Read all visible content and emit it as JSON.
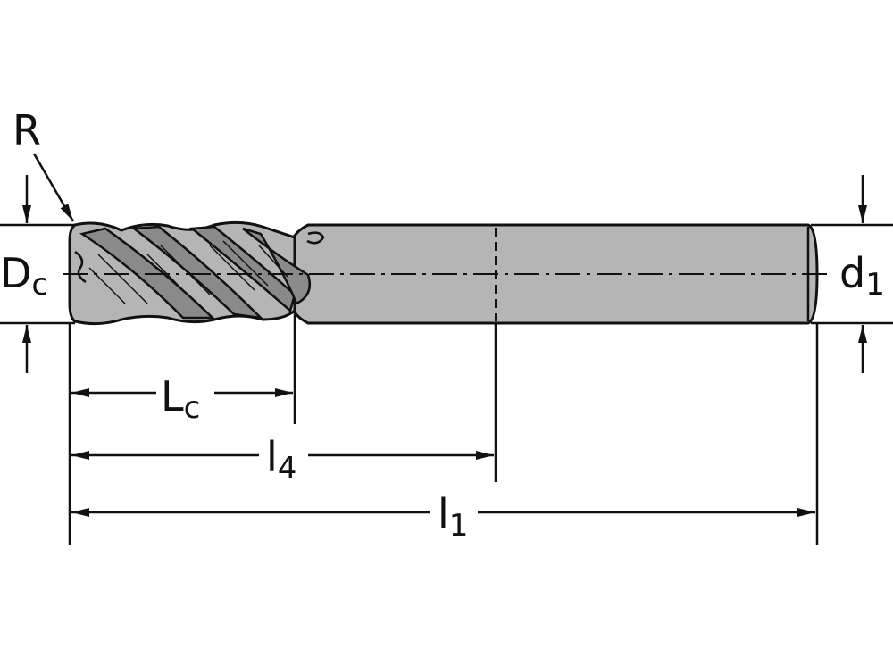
{
  "labels": {
    "radius": "R",
    "cutting_diameter": {
      "main": "D",
      "sub": "c"
    },
    "shank_diameter": {
      "main": "d",
      "sub": "1"
    },
    "cutting_length": {
      "main": "L",
      "sub": "c"
    },
    "neck_length": {
      "main": "l",
      "sub": "4"
    },
    "overall_length": {
      "main": "l",
      "sub": "1"
    }
  },
  "colors": {
    "line": "#111111",
    "body_fill": "#b5b5b5",
    "flute_dark": "#8a8a8a",
    "background": "#ffffff"
  }
}
